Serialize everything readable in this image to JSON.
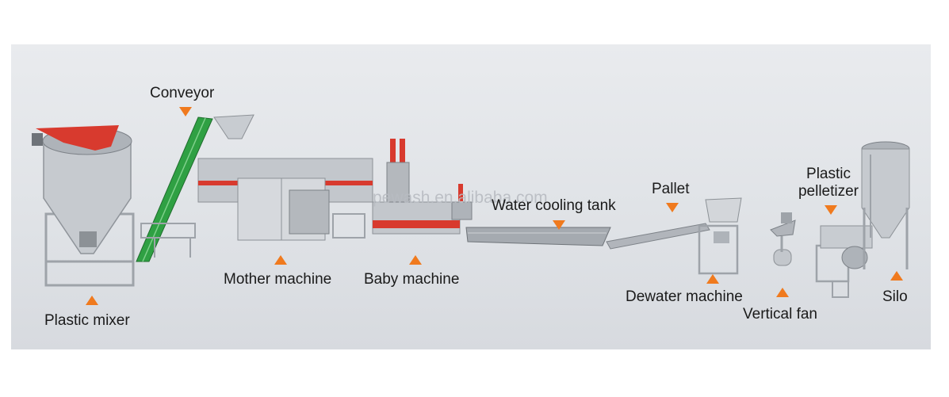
{
  "labels": {
    "conveyor": "Conveyor",
    "plastic_mixer": "Plastic mixer",
    "mother_machine": "Mother machine",
    "baby_machine": "Baby machine",
    "water_cooling_tank": "Water cooling tank",
    "pallet": "Pallet",
    "plastic_pelletizer_line1": "Plastic",
    "plastic_pelletizer_line2": "pelletizer",
    "dewater_machine": "Dewater machine",
    "vertical_fan": "Vertical fan",
    "silo": "Silo"
  },
  "watermark": "pewash.en.alibaba.com",
  "colors": {
    "marker": "#f07a1e",
    "machine_red": "#d83a2e",
    "conveyor_green": "#2fa043",
    "steel": "#b9bdc2"
  }
}
